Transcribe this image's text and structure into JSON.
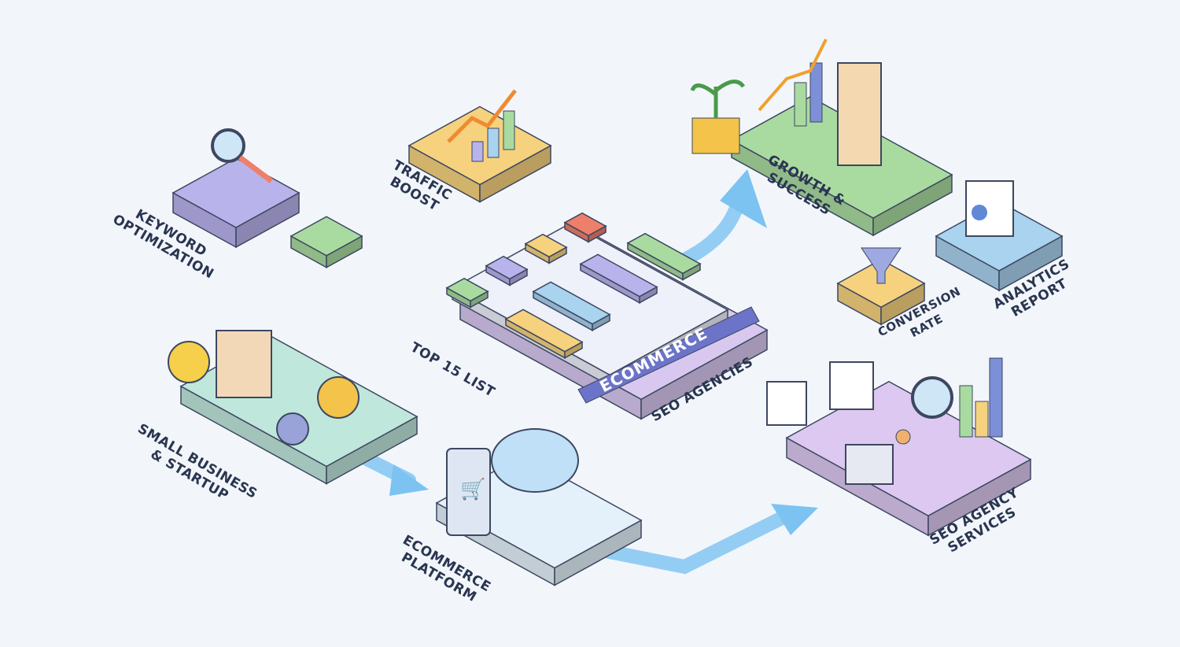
{
  "labels": {
    "keyword_optimization": "KEYWORD\nOPTIMIZATION",
    "traffic_boost": "TRAFFIC\nBOOST",
    "growth_success": "GROWTH &\nSUCCESS",
    "analytics_report": "ANALYTICS\nREPORT",
    "conversion_rate": "CONVERSION\nRATE",
    "top_15_list": "TOP 15 LIST",
    "ecommerce_banner": "ECOMMERCE",
    "seo_agencies": "SEO AGENCIES",
    "small_business": "SMALL BUSINESS\n& STARTUP",
    "ecommerce_platform": "ECOMMERCE\nPLATFORM",
    "seo_agency_services": "SEO AGENCY\nSERVICES"
  },
  "colors": {
    "background": "#f2f6fb",
    "purple": "#b9b3ec",
    "green": "#a9dba0",
    "yellow": "#f6d27f",
    "blue": "#a9d3ef",
    "red": "#ee7f6a",
    "lavender": "#d8c8f0",
    "mint": "#bfe7dc",
    "arrow": "#7cc3f2",
    "text": "#2a3550"
  }
}
